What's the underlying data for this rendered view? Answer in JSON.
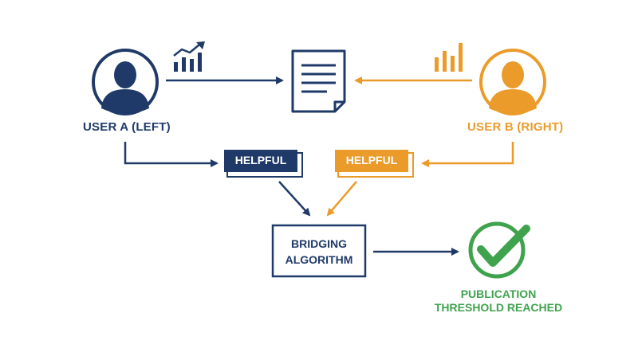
{
  "colors": {
    "navy": "#1f3a68",
    "orange": "#eb9b2a",
    "green": "#3fa34d",
    "box_border": "#1f3a68"
  },
  "user_a": {
    "label": "USER A (LEFT)",
    "icon": "person-icon"
  },
  "user_b": {
    "label": "USER B (RIGHT)",
    "icon": "person-icon"
  },
  "user_a_chart_icon": "rising-bar-chart-icon",
  "user_b_chart_icon": "bar-chart-icon",
  "document_icon": "document-icon",
  "rating_a": {
    "label": "HELPFUL"
  },
  "rating_b": {
    "label": "HELPFUL"
  },
  "algorithm": {
    "line1": "BRIDGING",
    "line2": "ALGORITHM"
  },
  "result": {
    "line1": "PUBLICATION",
    "line2": "THRESHOLD REACHED",
    "icon": "checkmark-circle-icon"
  }
}
